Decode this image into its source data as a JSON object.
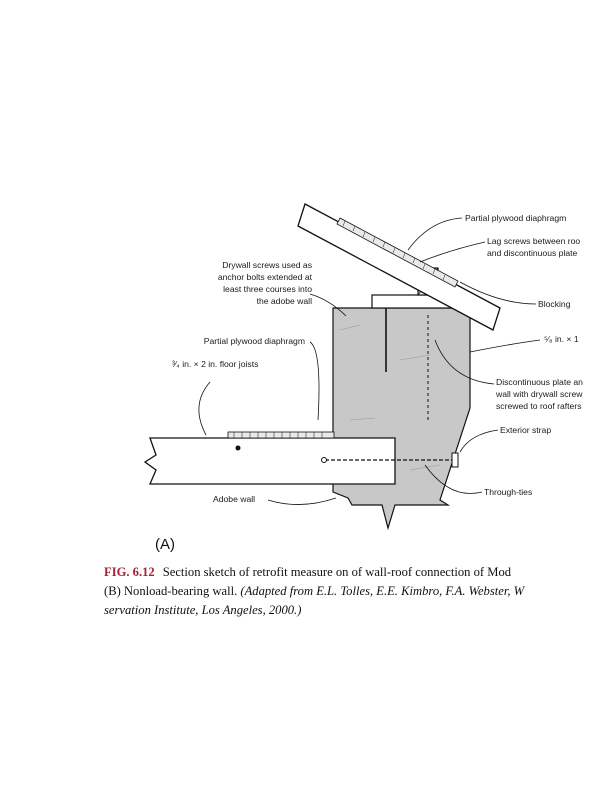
{
  "labels": {
    "partial_plywood_top": "Partial plywood diaphragm",
    "lag_screws_1": "Lag screws between roo",
    "lag_screws_2": "and discontinuous plate",
    "drywall_1": "Drywall screws used as",
    "drywall_2": "anchor bolts extended at",
    "drywall_3": "least three courses into",
    "drywall_4": "the adobe wall",
    "blocking": "Blocking",
    "partial_plywood_left": "Partial plywood diaphragm",
    "five_eighths": "⁵⁄₈ in. × 1",
    "floor_joists": "³⁄₄ in. × 2 in. floor joists",
    "disc_plate_1": "Discontinuous plate an",
    "disc_plate_2": "wall with drywall screw",
    "disc_plate_3": "screwed to roof rafters",
    "exterior_strap": "Exterior strap",
    "adobe_wall": "Adobe wall",
    "through_ties": "Through-ties",
    "panel": "(A)"
  },
  "caption": {
    "fig_num": "FIG. 6.12",
    "line1": "Section sketch of retrofit measure on of wall-roof connection of Mod",
    "line2_plain": "(B) Nonload-bearing wall. ",
    "line2_italic": "(Adapted from E.L. Tolles, E.E. Kimbro, F.A. Webster, W",
    "line3_italic": "servation Institute, Los Angeles, 2000.)"
  }
}
